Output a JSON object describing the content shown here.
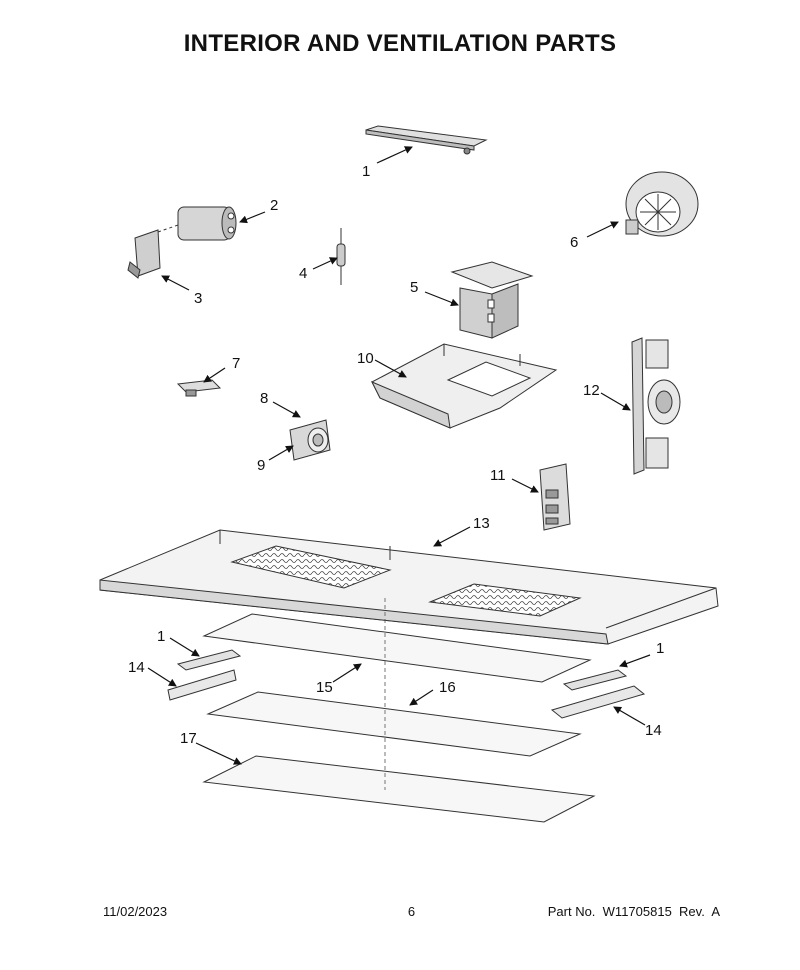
{
  "title": "INTERIOR AND VENTILATION PARTS",
  "callouts": {
    "c1a": "1",
    "c2": "2",
    "c3": "3",
    "c4": "4",
    "c5": "5",
    "c6": "6",
    "c7": "7",
    "c8": "8",
    "c9": "9",
    "c10": "10",
    "c11": "11",
    "c12": "12",
    "c13": "13",
    "c1b": "1",
    "c14a": "14",
    "c15": "15",
    "c16": "16",
    "c1c": "1",
    "c14b": "14",
    "c17": "17"
  },
  "footer": {
    "date": "11/02/2023",
    "page": "6",
    "part_label": "Part No.",
    "part_number": "W11705815",
    "rev_label": "Rev.",
    "rev": "A"
  }
}
